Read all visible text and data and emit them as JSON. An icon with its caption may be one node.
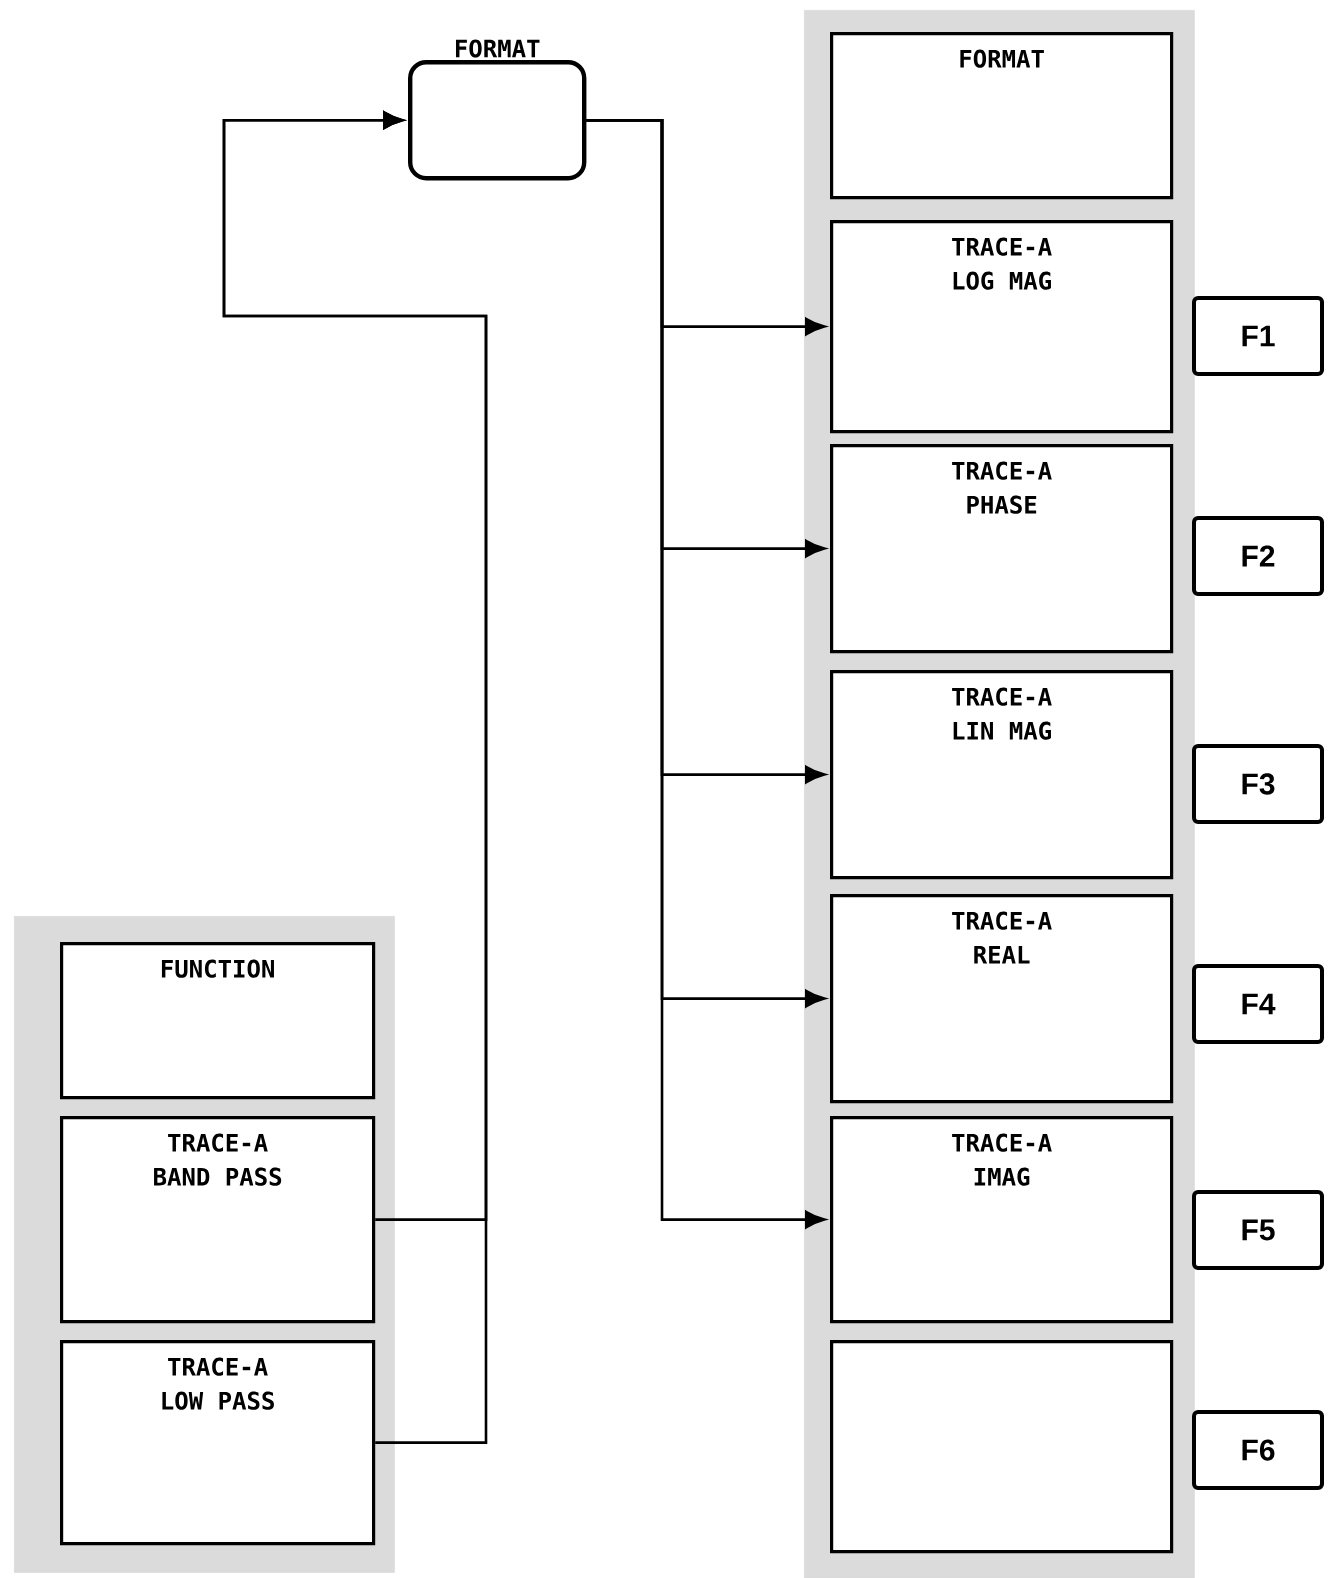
{
  "diagram": {
    "nodes": [
      {
        "text": [],
        "shape": "box"
      },
      {
        "text": [
          "FUNCTION"
        ],
        "in": 0
      },
      {
        "text": [
          "TRACE-A BAND PASS"
        ],
        "in": 0
      },
      {
        "text": [
          "TRACE-A LOW PASS"
        ],
        "in": 0
      },
      {
        "text": [
          "FORMAT"
        ]
      },
      {
        "text": [],
        "shape": "box"
      },
      {
        "text": [
          "FORMAT"
        ],
        "in": 5
      },
      {
        "text": [
          "TRACE-A LOG MAG"
        ],
        "in": 5
      },
      {
        "text": [
          "TRACE-A PHASE"
        ],
        "in": 5
      },
      {
        "text": [
          "TRACE-A LIN MAG"
        ],
        "in": 5
      },
      {
        "text": [
          "TRACE-A REAL"
        ],
        "in": 5
      },
      {
        "text": [
          "TRACE-A IMAG"
        ],
        "in": 5
      },
      {
        "text": [],
        "shape": "box",
        "in": 5
      },
      {
        "text": [
          "F1"
        ]
      },
      {
        "text": [
          "F2"
        ]
      },
      {
        "text": [
          "F3"
        ]
      },
      {
        "text": [
          "F4"
        ]
      },
      {
        "text": [
          "F5"
        ]
      },
      {
        "text": [
          "F6"
        ]
      }
    ],
    "edges": [
      {
        "from": 2,
        "to": 4,
        "arrow": "to"
      },
      {
        "from": 3,
        "to": 4,
        "arrow": "to"
      },
      {
        "from": 4,
        "to": 7,
        "arrow": "to"
      },
      {
        "from": 4,
        "to": 8,
        "arrow": "to"
      },
      {
        "from": 4,
        "to": 9,
        "arrow": "to"
      },
      {
        "from": 4,
        "to": 10,
        "arrow": "to"
      },
      {
        "from": 4,
        "to": 11,
        "arrow": "to"
      }
    ]
  }
}
